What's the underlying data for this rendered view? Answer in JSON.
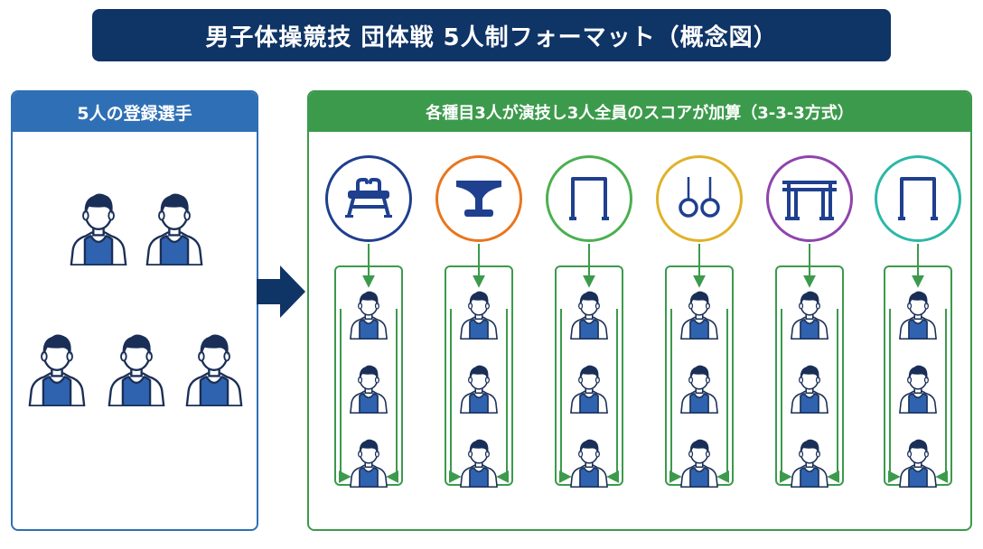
{
  "title": "男子体操競技 団体戦 5人制フォーマット（概念図）",
  "left_panel": {
    "header": "5人の登録選手",
    "players": 5
  },
  "right_panel": {
    "header": "各種目3人が演技し3人全員のスコアが加算（3-3-3方式）"
  },
  "events": [
    {
      "icon": "pommel-horse-icon",
      "color": "#1f3f8f"
    },
    {
      "icon": "vault-table-icon",
      "color": "#e8761e"
    },
    {
      "icon": "high-bar-icon",
      "color": "#4caf50"
    },
    {
      "icon": "rings-icon",
      "color": "#e0b22a"
    },
    {
      "icon": "parallel-bars-icon",
      "color": "#8e44ad"
    },
    {
      "icon": "high-bar-icon",
      "color": "#2bb8a8"
    }
  ],
  "performers_per_event": 3,
  "colors": {
    "navy": "#0f3466",
    "blue": "#2f6fb5",
    "green": "#3c9a4c"
  }
}
